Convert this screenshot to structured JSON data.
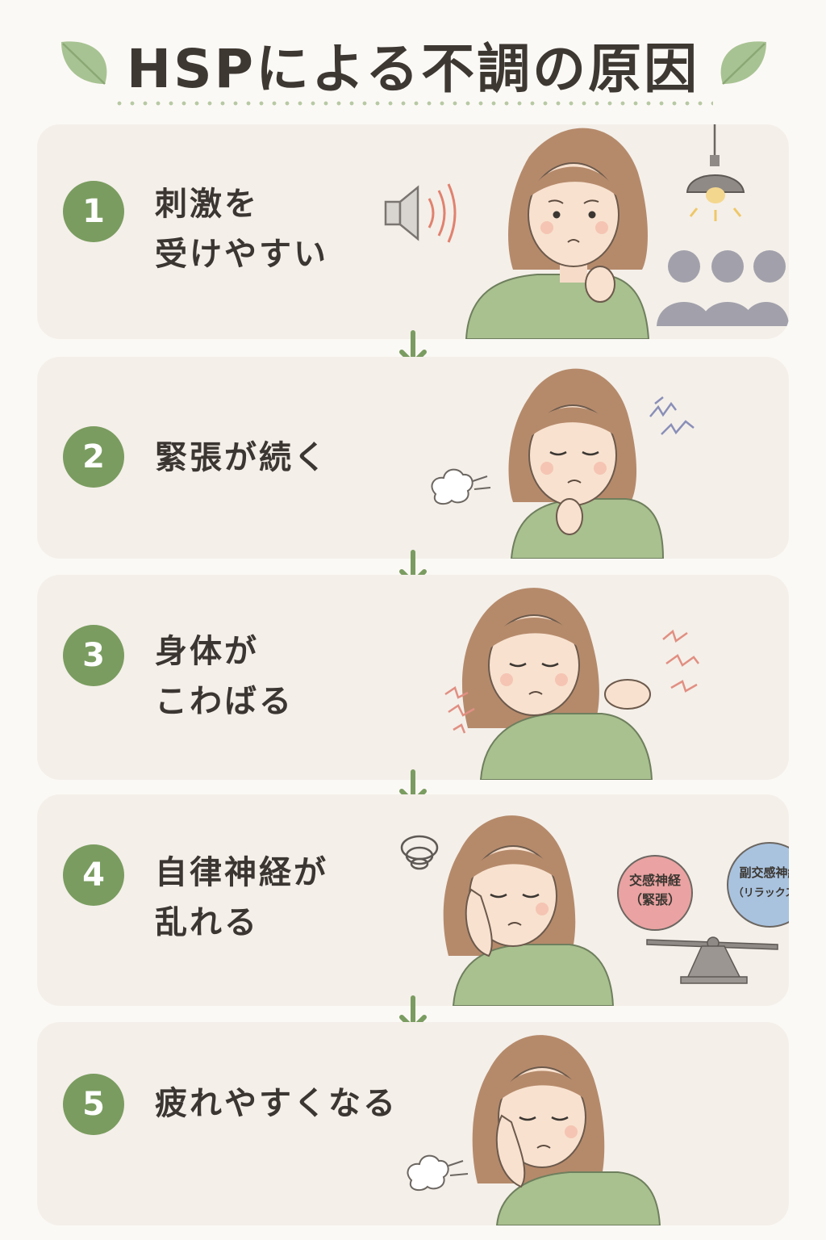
{
  "title": "HSPによる不調の原因",
  "steps": [
    {
      "number": "1",
      "lines": [
        "刺激を",
        "受けやすい"
      ]
    },
    {
      "number": "2",
      "lines": [
        "緊張が続く"
      ]
    },
    {
      "number": "3",
      "lines": [
        "身体が",
        "こわばる"
      ]
    },
    {
      "number": "4",
      "lines": [
        "自律神経が",
        "乱れる"
      ]
    },
    {
      "number": "5",
      "lines": [
        "疲れやすくなる"
      ]
    }
  ],
  "balance": {
    "left": {
      "line1": "交感神経",
      "line2": "（緊張）",
      "color": "#eaa3a2"
    },
    "right": {
      "line1": "副交感神経",
      "line2": "（リラックス）",
      "color": "#a9c3df"
    }
  },
  "colors": {
    "accent": "#7a9c60",
    "card": "#f4efe9",
    "background": "#fbf9f5",
    "hair": "#b58a6b",
    "shirt": "#a9c08f",
    "stress": "#e18f82"
  }
}
